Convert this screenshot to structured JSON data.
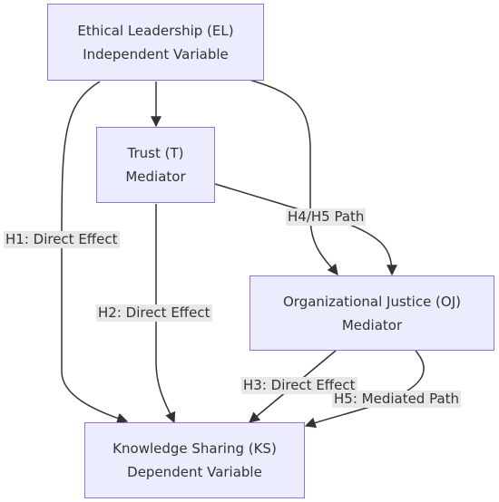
{
  "nodes": {
    "el": {
      "line1": "Ethical Leadership (EL)",
      "line2": "Independent Variable"
    },
    "t": {
      "line1": "Trust (T)",
      "line2": "Mediator"
    },
    "oj": {
      "line1": "Organizational Justice (OJ)",
      "line2": "Mediator"
    },
    "ks": {
      "line1": "Knowledge Sharing (KS)",
      "line2": "Dependent Variable"
    }
  },
  "edges": {
    "h1": "H1: Direct Effect",
    "h2": "H2: Direct Effect",
    "h3": "H3: Direct Effect",
    "h4h5": "H4/H5 Path",
    "h5": "H5: Mediated Path"
  },
  "colors": {
    "node_fill": "#ECECFF",
    "node_border": "#9370DB",
    "edge": "#333333",
    "label_bg": "#e8e8e8"
  }
}
